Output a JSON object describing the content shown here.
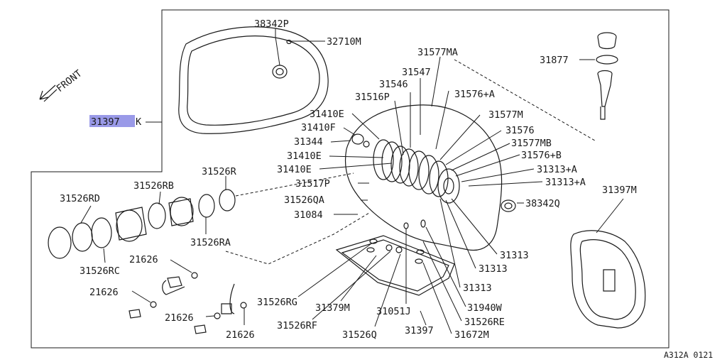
{
  "diagram": {
    "callouts": [
      {
        "id": "c38342P",
        "text": "38342P"
      },
      {
        "id": "c32710M",
        "text": "32710M"
      },
      {
        "id": "c31577MA",
        "text": "31577MA"
      },
      {
        "id": "c31547",
        "text": "31547"
      },
      {
        "id": "c31546",
        "text": "31546"
      },
      {
        "id": "c31516P",
        "text": "31516P"
      },
      {
        "id": "c31576A",
        "text": "31576+A"
      },
      {
        "id": "c31410E_top",
        "text": "31410E"
      },
      {
        "id": "c31577M",
        "text": "31577M"
      },
      {
        "id": "c31410F",
        "text": "31410F"
      },
      {
        "id": "c31576",
        "text": "31576"
      },
      {
        "id": "c31344",
        "text": "31344"
      },
      {
        "id": "c31577MB",
        "text": "31577MB"
      },
      {
        "id": "c31410E_mid",
        "text": "31410E"
      },
      {
        "id": "c31576B",
        "text": "31576+B"
      },
      {
        "id": "c31410E_low",
        "text": "31410E"
      },
      {
        "id": "c31313A_1",
        "text": "31313+A"
      },
      {
        "id": "c31517P",
        "text": "31517P"
      },
      {
        "id": "c31313A_2",
        "text": "31313+A"
      },
      {
        "id": "c31526QA",
        "text": "31526QA"
      },
      {
        "id": "c31084",
        "text": "31084"
      },
      {
        "id": "c38342Q",
        "text": "38342Q"
      },
      {
        "id": "c31877",
        "text": "31877"
      },
      {
        "id": "c31397M",
        "text": "31397M"
      },
      {
        "id": "c31526R",
        "text": "31526R"
      },
      {
        "id": "c31526RB",
        "text": "31526RB"
      },
      {
        "id": "c31526RD",
        "text": "31526RD"
      },
      {
        "id": "c31526RA",
        "text": "31526RA"
      },
      {
        "id": "c31526RC",
        "text": "31526RC"
      },
      {
        "id": "c21626_a",
        "text": "21626"
      },
      {
        "id": "c21626_b",
        "text": "21626"
      },
      {
        "id": "c21626_c",
        "text": "21626"
      },
      {
        "id": "c21626_d",
        "text": "21626"
      },
      {
        "id": "c31526RG",
        "text": "31526RG"
      },
      {
        "id": "c31379M",
        "text": "31379M"
      },
      {
        "id": "c31051J",
        "text": "31051J"
      },
      {
        "id": "c31526RF",
        "text": "31526RF"
      },
      {
        "id": "c31526Q",
        "text": "31526Q"
      },
      {
        "id": "c31397",
        "text": "31397"
      },
      {
        "id": "c31672M",
        "text": "31672M"
      },
      {
        "id": "c31526RE",
        "text": "31526RE"
      },
      {
        "id": "c31940W",
        "text": "31940W"
      },
      {
        "id": "c31313_1",
        "text": "31313"
      },
      {
        "id": "c31313_2",
        "text": "31313"
      },
      {
        "id": "c31313_3",
        "text": "31313"
      }
    ],
    "highlighted_part": {
      "code": "31397",
      "suffix": "K",
      "highlight_color": "#9a9ae8"
    },
    "front_label": "FRONT",
    "diagram_code": "A312A 0121"
  }
}
